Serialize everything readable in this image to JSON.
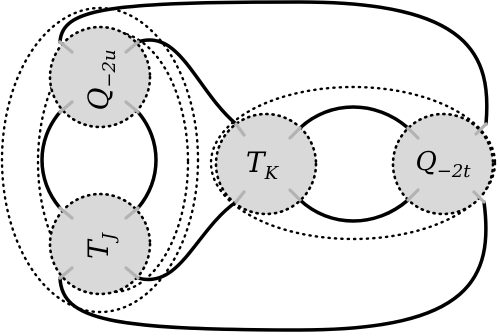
{
  "tangles": {
    "top_left": {
      "symbol": "Q",
      "subscript": "−2u"
    },
    "bottom_left": {
      "symbol": "T",
      "subscript": "J"
    },
    "center": {
      "symbol": "T",
      "subscript": "K"
    },
    "right": {
      "symbol": "Q",
      "subscript": "−2t"
    }
  }
}
